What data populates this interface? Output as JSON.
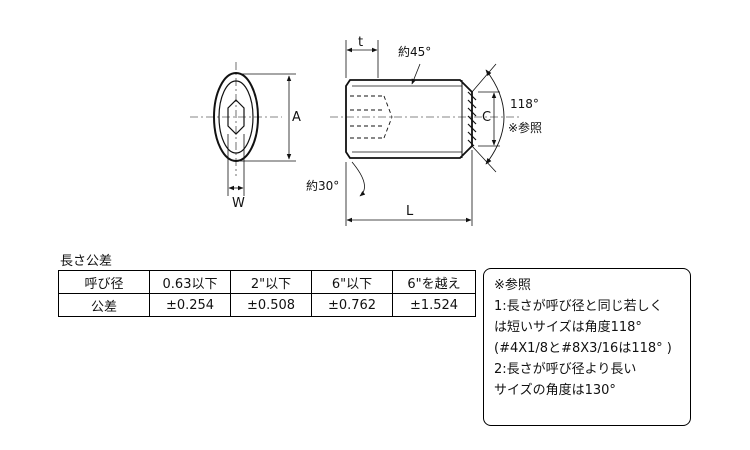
{
  "drawing": {
    "dim_A": "A",
    "dim_W": "W",
    "dim_t": "t",
    "dim_C": "C",
    "dim_L": "L",
    "angle_45": "約45°",
    "angle_30": "約30°",
    "angle_118": "118°",
    "ref_note": "※参照"
  },
  "tolerance": {
    "title": "長さ公差",
    "header": [
      "呼び径",
      "0.63以下",
      "2\"以下",
      "6\"以下",
      "6\"を越え"
    ],
    "row": [
      "公差",
      "±0.254",
      "±0.508",
      "±0.762",
      "±1.524"
    ]
  },
  "note": {
    "lines": [
      "※参照",
      "1:長さが呼び径と同じ若しく",
      "は短いサイズは角度118°",
      "(#4X1/8と#8X3/16は118° )",
      "2:長さが呼び径より長い",
      "サイズの角度は130°"
    ]
  }
}
